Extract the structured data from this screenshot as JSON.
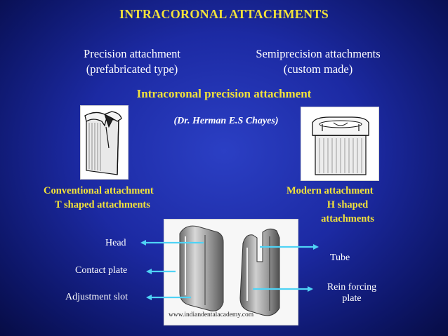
{
  "title": "INTRACORONAL ATTACHMENTS",
  "columns": {
    "precision": {
      "line1": "Precision attachment",
      "line2": "(prefabricated type)"
    },
    "semiprecision": {
      "line1": "Semiprecision attachments",
      "line2": "(custom made)"
    }
  },
  "subtitle": "Intracoronal precision attachment",
  "credit": "(Dr. Herman E.S Chayes)",
  "conventional": {
    "line1": "Conventional attachment",
    "line2": "T shaped attachments"
  },
  "modern": {
    "line1": "Modern attachment",
    "line2": "H shaped",
    "line3": "attachments"
  },
  "parts": {
    "head": "Head",
    "contact_plate": "Contact plate",
    "adjustment_slot": "Adjustment slot",
    "tube": "Tube",
    "rein_line1": "Rein forcing",
    "rein_line2": "plate"
  },
  "watermark": "www.indiandentalacademy.com",
  "colors": {
    "heading": "#f2e23a",
    "body_text": "#ffffff",
    "arrow": "#4fd3f5",
    "background": "#1c2aa3"
  },
  "icons": [
    "t-shaped-attachment-drawing",
    "h-shaped-attachment-drawing",
    "attachment-photo",
    "arrow-left-icon",
    "arrow-right-icon"
  ]
}
